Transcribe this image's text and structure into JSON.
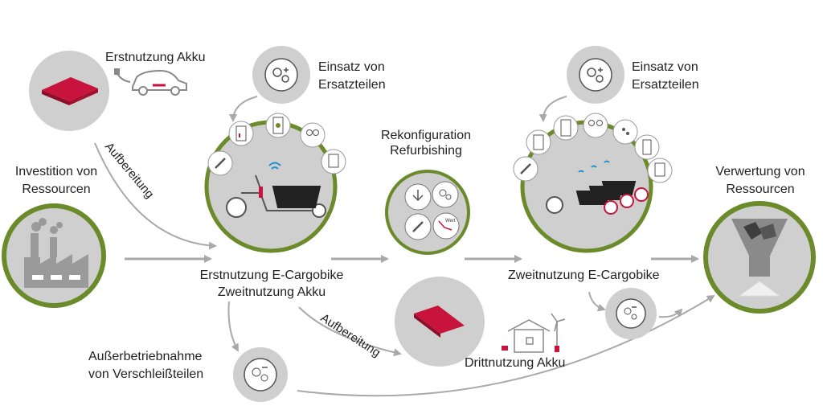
{
  "labels": {
    "erstnutzung_akku": "Erstnutzung Akku",
    "einsatz_ersatzteile_1": [
      "Einsatz von",
      "Ersatzteilen"
    ],
    "einsatz_ersatzteile_2": [
      "Einsatz von",
      "Ersatzteilen"
    ],
    "investition": [
      "Investition von",
      "Ressourcen"
    ],
    "rekonfiguration": [
      "Rekonfiguration",
      "Refurbishing"
    ],
    "verwertung": [
      "Verwertung von",
      "Ressourcen"
    ],
    "erstnutzung_cargobike": [
      "Erstnutzung E-Cargobike",
      "Zweitnutzung Akku"
    ],
    "zweitnutzung_cargobike": "Zweitnutzung E-Cargobike",
    "ausserbetriebnahme": [
      "Außerbetriebnahme",
      "von Verschleißteilen"
    ],
    "drittnutzung_akku": "Drittnutzung Akku",
    "aufbereitung_1": "Aufbereitung",
    "aufbereitung_2": "Aufbereitung",
    "chart_icon_label": "Wert"
  },
  "colors": {
    "olive": "#6b8a2a",
    "circle_gray": "#cfcfcf",
    "arrow_gray": "#a9a9a9",
    "battery_red": "#c8143c",
    "icon_dark": "#555555"
  }
}
